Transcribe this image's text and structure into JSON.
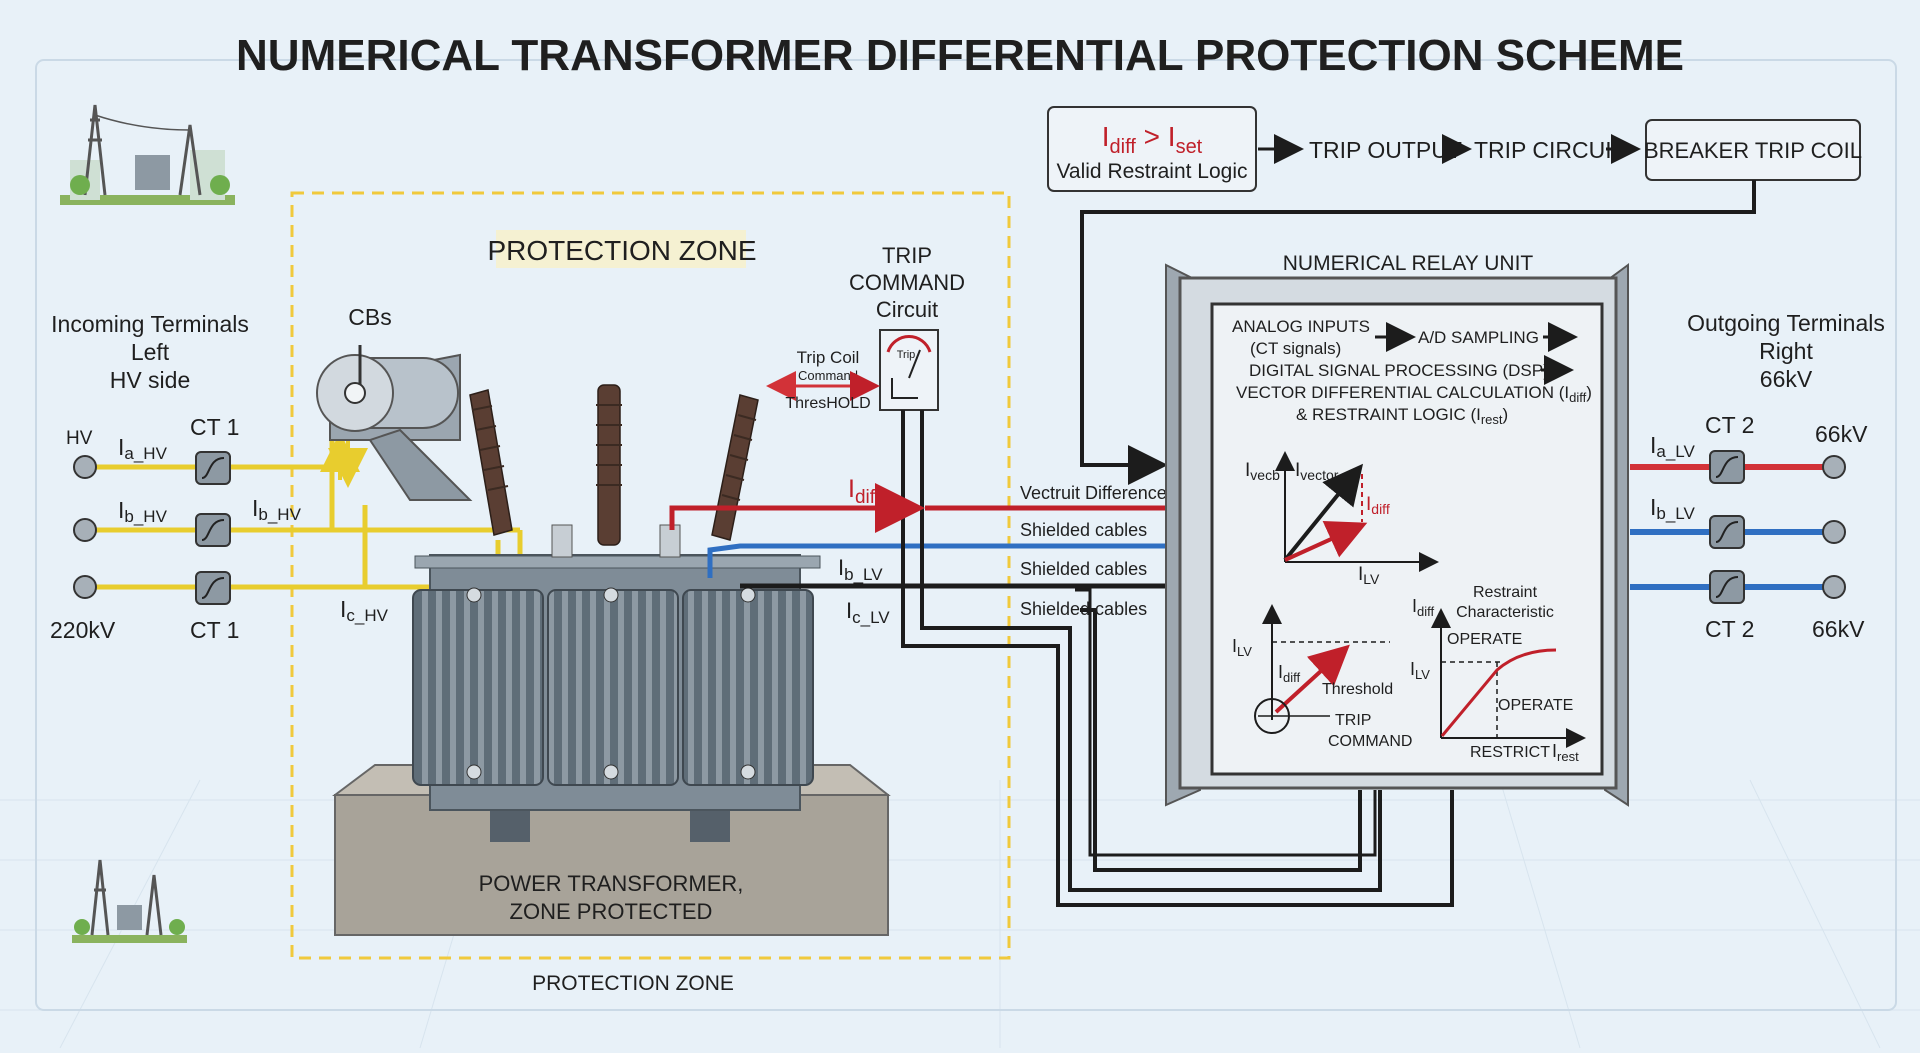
{
  "title": "NUMERICAL TRANSFORMER DIFFERENTIAL PROTECTION SCHEME",
  "colors": {
    "background": "#e8f1f8",
    "phase_hv": "#e8cd2e",
    "phase_a_lv": "#d23238",
    "phase_b_lv": "#2f6fc2",
    "signal_black": "#1c1c1c",
    "zone_border": "#f0c93c",
    "diff_red": "#c0202a"
  },
  "logic_chain": {
    "condition_main": "I",
    "condition_sub1": "diff",
    "condition_op": " > I",
    "condition_sub2": "set",
    "condition_line2": "Valid Restraint Logic",
    "trip_output": "TRIP OUTPUT",
    "trip_circuit": "TRIP CIRCUIT",
    "breaker_trip_coil": "BREAKER TRIP COIL"
  },
  "incoming": {
    "title_line1": "Incoming Terminals",
    "title_line2": "Left",
    "title_line3": "HV side",
    "hv_label": "HV",
    "voltage": "220kV",
    "ct_top": "CT 1",
    "ct_bottom": "CT 1",
    "ia": "I",
    "ia_sub": "a_HV",
    "ib": "I",
    "ib_sub": "b_HV",
    "ib2": "I",
    "ib2_sub": "b_HV",
    "ic": "I",
    "ic_sub": "c_HV"
  },
  "zone": {
    "title": "PROTECTION ZONE",
    "bottom_label": "PROTECTION ZONE",
    "cbs_label": "CBs",
    "transformer_line1": "POWER TRANSFORMER,",
    "transformer_line2": "ZONE PROTECTED"
  },
  "trip_command": {
    "line1": "TRIP",
    "line2": "COMMAND",
    "line3": "Circuit",
    "coil_line1": "Trip Coil",
    "coil_line2": "Command",
    "threshold": "ThresHOLD",
    "meter_label": "Trip"
  },
  "signals": {
    "idiff": "I",
    "idiff_sub": "diff",
    "ib_lv": "I",
    "ib_lv_sub": "b_LV",
    "ic_lv": "I",
    "ic_lv_sub": "c_LV",
    "vector_difference": "Vectruit Difference",
    "shielded1": "Shielded cables",
    "shielded2": "Shielded cables",
    "shielded3": "Shielded cables"
  },
  "relay": {
    "title": "NUMERICAL RELAY UNIT",
    "analog_inputs": "ANALOG INPUTS",
    "ct_signals": "(CT signals)",
    "ad_sampling": "A/D SAMPLING",
    "dsp": "DIGITAL SIGNAL PROCESSING (DSP)",
    "vector_calc": "VECTOR DIFFERENTIAL CALCULATION (I",
    "vector_calc_sub": "diff",
    "vector_calc_end": ")",
    "restraint_logic": "& RESTRAINT LOGIC (I",
    "restraint_logic_sub": "rest",
    "restraint_logic_end": ")",
    "phasor": {
      "ivecb": "I",
      "ivecb_sub": "vecb",
      "ivector": "I",
      "ivector_sub": "vector",
      "idiff": "I",
      "idiff_sub": "diff",
      "ilv": "I",
      "ilv_sub": "LV"
    },
    "threshold_plot": {
      "ilv": "I",
      "ilv_sub": "LV",
      "idiff": "I",
      "idiff_sub": "diff",
      "threshold": "Threshold",
      "trip": "TRIP",
      "command": "COMMAND"
    },
    "restraint_char": {
      "title_line1": "Restraint",
      "title_line2": "Characteristic",
      "operate_top": "OPERATE",
      "operate_mid": "OPERATE",
      "restrict": "RESTRICT",
      "idiff": "I",
      "idiff_sub": "diff",
      "ilv": "I",
      "ilv_sub": "LV",
      "irest": "I",
      "irest_sub": "rest"
    }
  },
  "outgoing": {
    "title_line1": "Outgoing Terminals",
    "title_line2": "Right",
    "title_line3": "66kV",
    "ct_top": "CT 2",
    "ct_bottom": "CT 2",
    "kv_top": "66kV",
    "kv_bottom": "66kV",
    "ia": "I",
    "ia_sub": "a_LV",
    "ib": "I",
    "ib_sub": "b_LV"
  }
}
